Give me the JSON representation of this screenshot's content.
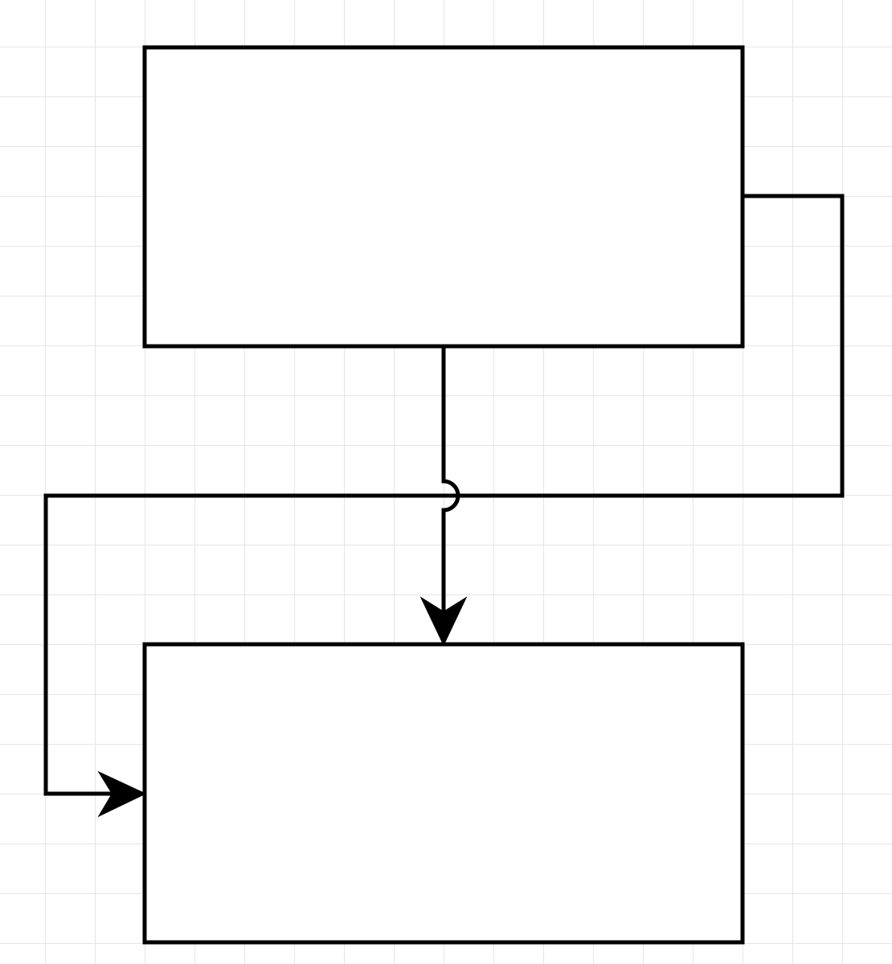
{
  "canvas": {
    "background": "#ffffff",
    "grid_color": "#e6e6e6",
    "grid_visible": true
  },
  "diagram": {
    "stroke_color": "#000000",
    "fill_color": "#ffffff",
    "shapes": [
      {
        "name": "top-rectangle",
        "label": ""
      },
      {
        "name": "bottom-rectangle",
        "label": ""
      }
    ],
    "connectors": [
      {
        "name": "connector-vertical",
        "from": "top-rectangle",
        "to": "bottom-rectangle",
        "line_jump": "arc"
      },
      {
        "name": "connector-loop",
        "from": "top-rectangle",
        "to": "bottom-rectangle"
      }
    ]
  }
}
